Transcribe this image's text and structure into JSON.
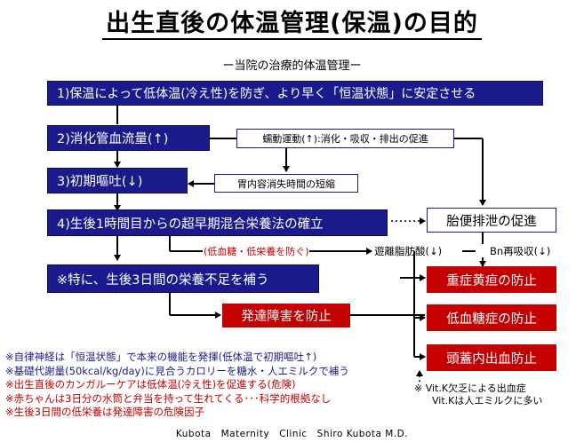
{
  "title": "出生直後の体温管理(保温)の目的",
  "subtitle": "ー当院の治療的体温管理ー",
  "main_boxes": [
    "1)保温によって低体温(冷え性)を防ぎ、より早く「恒温状態」に安定させる",
    "2)消化管血流量(↑)",
    "3)初期嘔吐(↓)",
    "4)生後1時間目からの超早期混合栄養法の確立",
    "※特に、生後3日間の栄養不足を補う"
  ],
  "side_boxes": {
    "peristalsis": "蠕動運動(↑):消化・吸収・排出の促進",
    "gastric": "胃内容消失時間の短縮",
    "meconium": "胎便排泄の促進"
  },
  "inline_labels": {
    "hypoglycemia_note": "(低血糖・低栄養を防ぐ)",
    "fatty_acid": "遊離脂肪酸(↓)",
    "bn": "Bn再吸収(↓)"
  },
  "red_boxes": {
    "developmental": "発達障害を防止",
    "jaundice": "重症黄疸の防止",
    "hypoglycemia": "低血糖症の防止",
    "hemorrhage": "頭蓋内出血防止"
  },
  "notes": [
    {
      "text": "※自律神経は「恒温状態」で本来の機能を発揮(低体温で初期嘔吐↑)",
      "color": "blue"
    },
    {
      "text": "※基礎代謝量(50kcal/kg/day)に見合うカロリーを糖水・人エミルクで補う",
      "color": "blue"
    },
    {
      "text": "※出生直後のカンガルーケアは低体温(冷え性)を促進する(危険)",
      "color": "red"
    },
    {
      "text": "※赤ちゃんは3日分の水筒と弁当を持って生れてくる･･･科学的根拠なし",
      "color": "red"
    },
    {
      "text": "※生後3日間の低栄養は発達障害の危険因子",
      "color": "red"
    }
  ],
  "vitk_note": [
    "※ Vit.K欠乏による出血症",
    "Vit.Kは人エミルクに多い"
  ],
  "footer": "Kubota　Maternity　Clinic　Shiro Kubota M.D.",
  "colors": {
    "navy": "#1a1a8c",
    "red": "#c40000",
    "note_blue": "#1a1a8c",
    "note_red": "#c40000"
  }
}
